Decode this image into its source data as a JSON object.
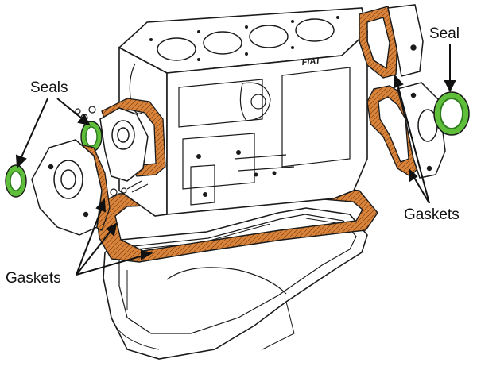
{
  "diagram": {
    "labels": {
      "seals": "Seals",
      "seal": "Seal",
      "gaskets_right": "Gaskets",
      "gaskets_left": "Gaskets"
    },
    "block_emblem": "FIAT",
    "colors": {
      "gasket": "#d9843a",
      "gasket_outline": "#1a1a1a",
      "seal": "#5fbf3a",
      "seal_inner": "#2e7d1f",
      "metal": "#ffffff",
      "line": "#1a1a1a"
    }
  }
}
